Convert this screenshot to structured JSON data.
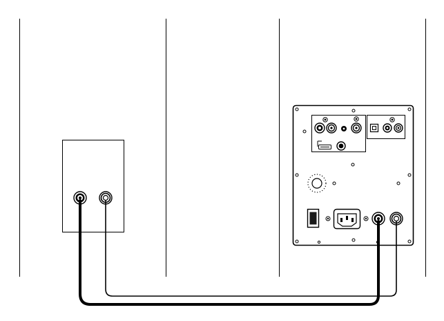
{
  "diagram": {
    "panels": [
      {
        "name": "speaker-terminal-plate",
        "connectors": [
          "terminal-left",
          "terminal-right"
        ]
      },
      {
        "name": "subwoofer-amplifier-panel",
        "connectors": [
          "rca-input-pair",
          "sub-out",
          "optical-input",
          "rca-input-pair-2",
          "usb-port",
          "dc-jack",
          "volume-knob",
          "power-switch",
          "iec-power-socket",
          "speaker-out-left",
          "speaker-out-right"
        ]
      }
    ],
    "cables": [
      {
        "name": "cable-outer",
        "from": "terminal-left",
        "to": "speaker-out-left",
        "style": "thick"
      },
      {
        "name": "cable-inner",
        "from": "terminal-right",
        "to": "speaker-out-right",
        "style": "thin"
      }
    ],
    "icons": {
      "terminal": "binding-post-icon",
      "rca": "rca-jack-icon",
      "optical": "optical-port-icon",
      "usb": "usb-port-icon",
      "power": "power-switch-icon",
      "iec": "iec-socket-icon",
      "knob": "knob-icon",
      "screw": "screw-icon"
    },
    "colors": {
      "line": "#000000",
      "background": "#ffffff",
      "switch": "#1a1a1a"
    }
  }
}
